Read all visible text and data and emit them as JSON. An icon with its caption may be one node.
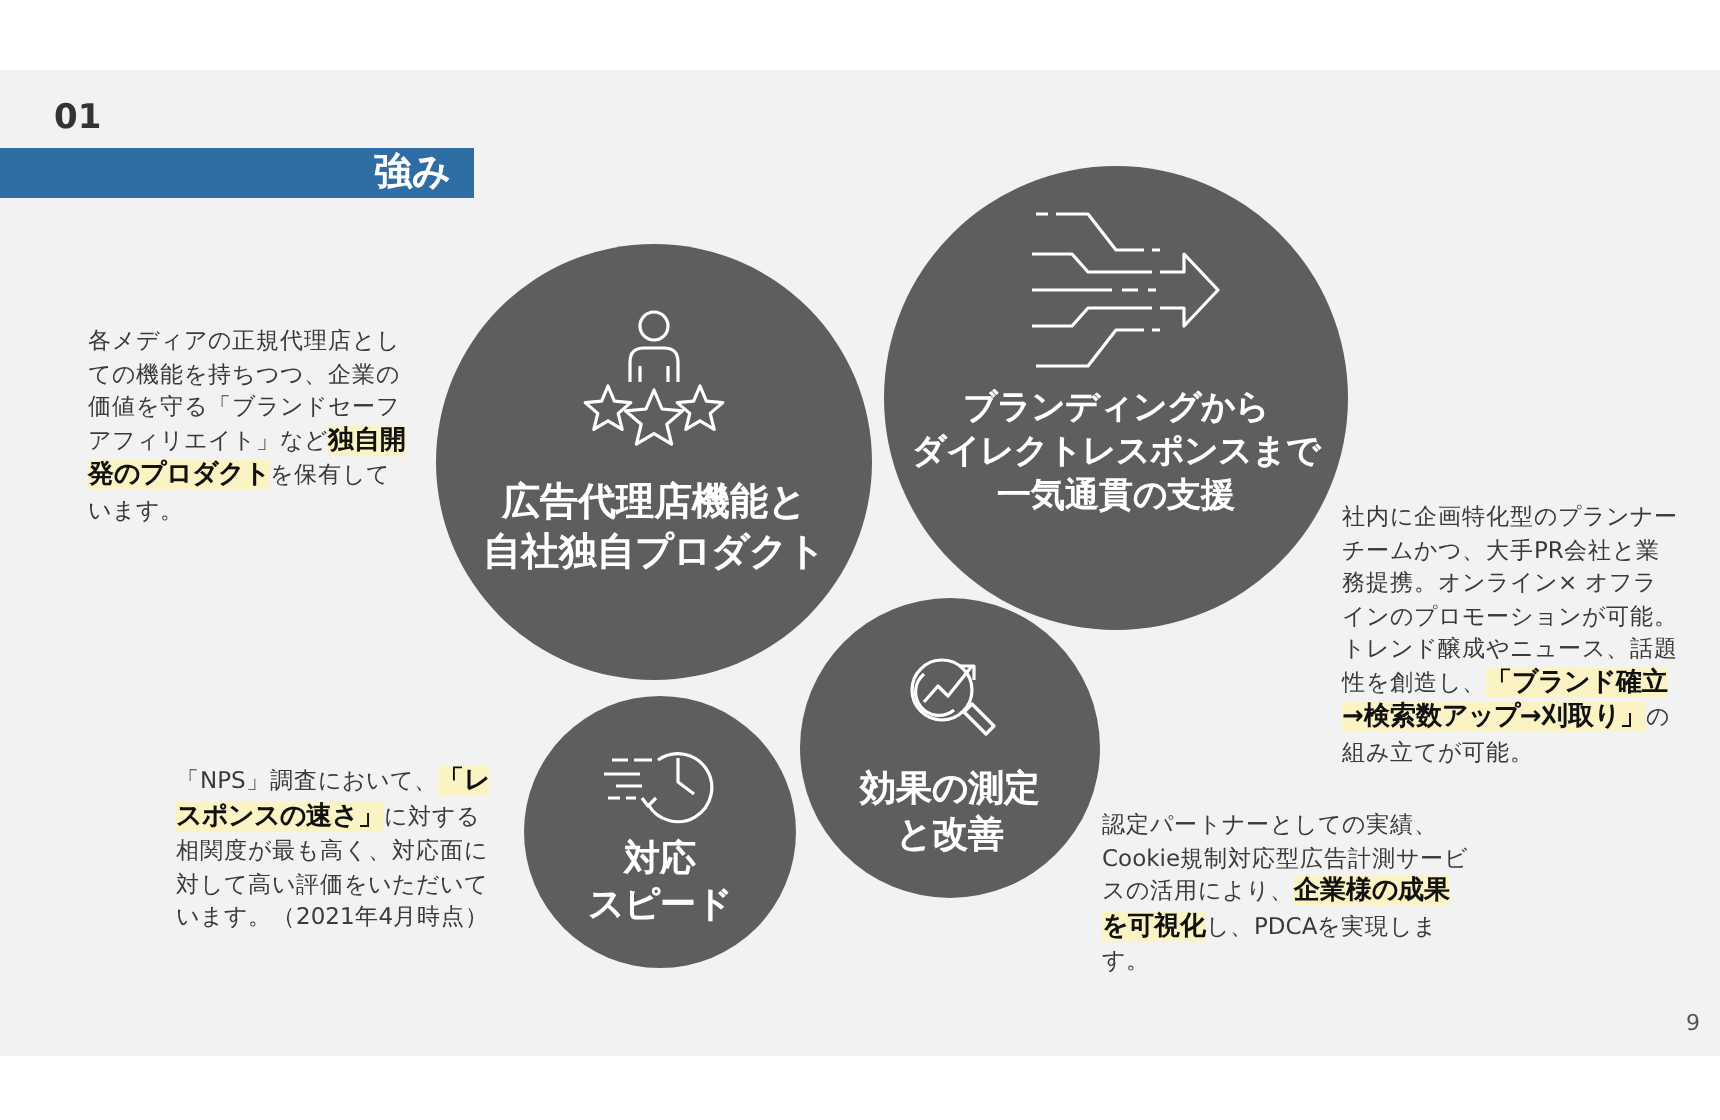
{
  "diagram": {
    "title": "強み",
    "nodes": [
      {
        "text": [
          "広告代理店機能と自社独自プロダクト"
        ],
        "beside": [
          "各メディアの正規代理店としての機能を持ちつつ、企業の価値を守る「ブランドセーフアフィリエイト」など**独自開発のプロダクト**を保有しています。"
        ]
      },
      {
        "text": [
          "ブランディングからダイレクトレスポンスまで一気通貫の支援"
        ],
        "beside": [
          "社内に企画特化型のプランナーチームかつ、大手PR会社と業務提携。オンライン× オフラインのプロモーションが可能。トレンド醸成やニュース、話題性を創造し、**「ブランド確立→検索数アップ→刈取り」**の組み立てが可能。"
        ]
      },
      {
        "text": [
          "効果の測定と改善"
        ],
        "beside": [
          "認定パートナーとしての実績、Cookie規制対応型広告計測サービスの活用により、**企業様の成果を可視化**し、PDCAを実現します。"
        ]
      },
      {
        "text": [
          "対応スピード"
        ],
        "beside": [
          "「NPS」調査において、**「レスポンスの速さ」**に対する相関度が最も高く、対応面に対して高い評価をいただいています。（2021年4月時点）"
        ]
      }
    ],
    "labels": [
      "01",
      "9"
    ]
  }
}
